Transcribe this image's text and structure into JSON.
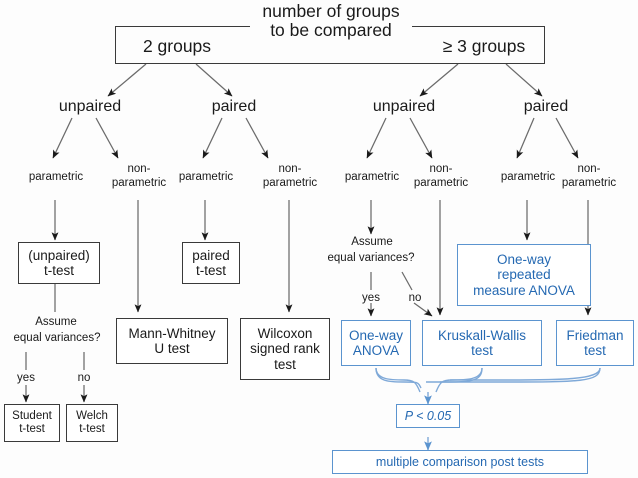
{
  "diagram": {
    "title": "statistical-test-selection-flowchart",
    "root": {
      "line1": "number of groups",
      "line2": "to be compared",
      "left_label": "2 groups",
      "right_label": "≥ 3 groups"
    },
    "level2": [
      {
        "id": "l2-unpaired-2",
        "label": "unpaired"
      },
      {
        "id": "l2-paired-2",
        "label": "paired"
      },
      {
        "id": "l2-unpaired-3",
        "label": "unpaired"
      },
      {
        "id": "l2-paired-3",
        "label": "paired"
      }
    ],
    "level3": [
      {
        "id": "l3-1",
        "line1": "parametric",
        "line2": ""
      },
      {
        "id": "l3-2",
        "line1": "non-",
        "line2": "parametric"
      },
      {
        "id": "l3-3",
        "line1": "parametric",
        "line2": ""
      },
      {
        "id": "l3-4",
        "line1": "non-",
        "line2": "parametric"
      },
      {
        "id": "l3-5",
        "line1": "parametric",
        "line2": ""
      },
      {
        "id": "l3-6",
        "line1": "non-",
        "line2": "parametric"
      },
      {
        "id": "l3-7",
        "line1": "parametric",
        "line2": ""
      },
      {
        "id": "l3-8",
        "line1": "non-",
        "line2": "parametric"
      }
    ],
    "tests": {
      "unpaired_ttest": {
        "line1": "(unpaired)",
        "line2": "t-test"
      },
      "paired_ttest": {
        "line1": "paired",
        "line2": "t-test"
      },
      "mann_whitney": {
        "line1": "Mann-Whitney",
        "line2": "U test"
      },
      "wilcoxon": {
        "line1": "Wilcoxon",
        "line2": "signed rank",
        "line3": "test"
      },
      "one_way_anova": {
        "line1": "One-way",
        "line2": "ANOVA"
      },
      "kruskall_wallis": {
        "line1": "Kruskall-Wallis",
        "line2": "test"
      },
      "rm_anova": {
        "line1": "One-way",
        "line2": "repeated",
        "line3": "measure ANOVA"
      },
      "friedman": {
        "line1": "Friedman",
        "line2": "test"
      },
      "student_ttest": {
        "line1": "Student",
        "line2": "t-test"
      },
      "welch_ttest": {
        "line1": "Welch",
        "line2": "t-test"
      }
    },
    "decisions": {
      "assume_left": {
        "line1": "Assume",
        "line2": "equal variances?"
      },
      "assume_right": {
        "line1": "Assume",
        "line2": "equal variances?"
      },
      "yes_left": "yes",
      "no_left": "no",
      "yes_right": "yes",
      "no_right": "no"
    },
    "posthoc": {
      "p_value": "P < 0.05",
      "result": "multiple comparison post tests"
    },
    "colors": {
      "black_stroke": "#3a3a3a",
      "blue_stroke": "#5b94cf",
      "blue_text": "#2569b2",
      "background": "#fdfdfd"
    }
  }
}
